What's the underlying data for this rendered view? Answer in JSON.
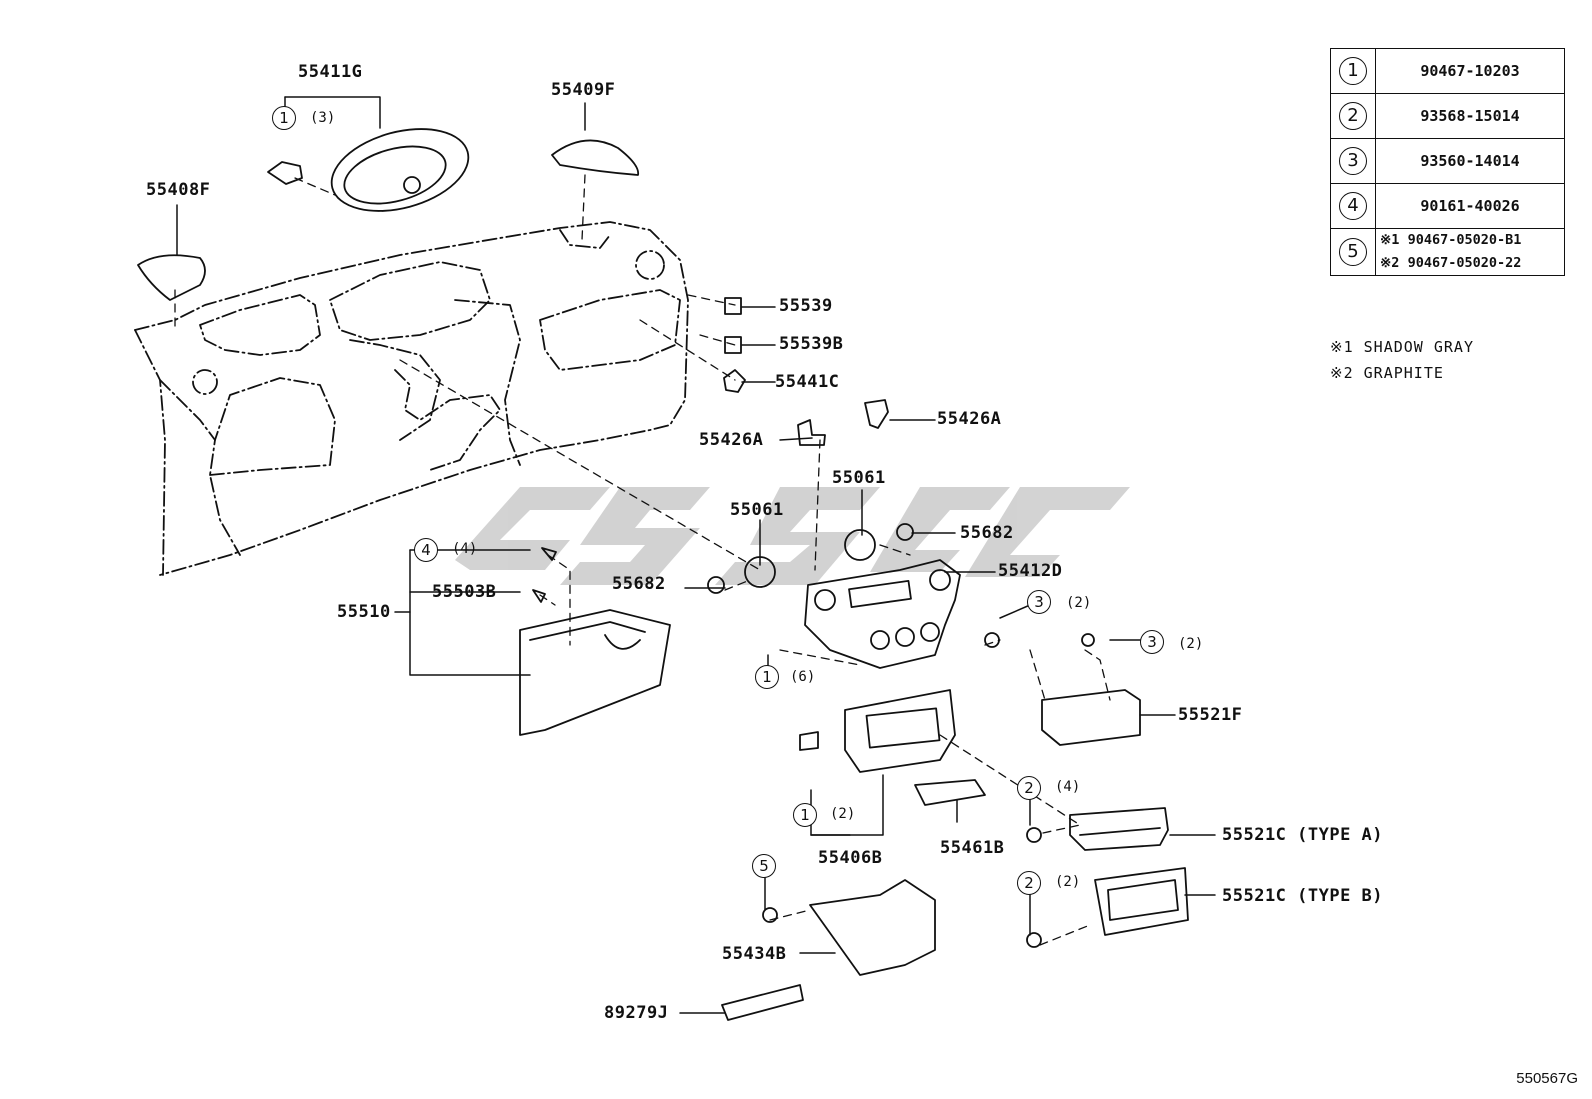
{
  "diagram_id": "550567G",
  "part_labels": {
    "p55411G": "55411G",
    "p55409F": "55409F",
    "p55408F": "55408F",
    "p55539": "55539",
    "p55539B": "55539B",
    "p55441C": "55441C",
    "p55426A_r": "55426A",
    "p55426A_l": "55426A",
    "p55061_r": "55061",
    "p55061_l": "55061",
    "p55682_r": "55682",
    "p55682_l": "55682",
    "p55412D": "55412D",
    "p55510": "55510",
    "p55503B": "55503B",
    "p55521F": "55521F",
    "p55521C_a": "55521C (TYPE A)",
    "p55521C_b": "55521C (TYPE B)",
    "p55406B": "55406B",
    "p55461B": "55461B",
    "p55434B": "55434B",
    "p89279J": "89279J"
  },
  "callouts": {
    "c1_top": {
      "num": "1",
      "qty": "(3)"
    },
    "c4": {
      "num": "4",
      "qty": "(4)"
    },
    "c1_mid": {
      "num": "1",
      "qty": "(6)"
    },
    "c3_a": {
      "num": "3",
      "qty": "(2)"
    },
    "c3_b": {
      "num": "3",
      "qty": "(2)"
    },
    "c2_a": {
      "num": "2",
      "qty": "(4)"
    },
    "c2_b": {
      "num": "2",
      "qty": "(2)"
    },
    "c1_low": {
      "num": "1",
      "qty": "(2)"
    },
    "c5": {
      "num": "5",
      "qty": ""
    }
  },
  "legend": [
    {
      "key": "1",
      "part": "90467-10203"
    },
    {
      "key": "2",
      "part": "93568-15014"
    },
    {
      "key": "3",
      "part": "93560-14014"
    },
    {
      "key": "4",
      "part": "90161-40026"
    },
    {
      "key": "5",
      "part_1": "※1 90467-05020-B1",
      "part_2": "※2 90467-05020-22"
    }
  ],
  "notes": {
    "n1": "※1  SHADOW GRAY",
    "n2": "※2  GRAPHITE"
  }
}
